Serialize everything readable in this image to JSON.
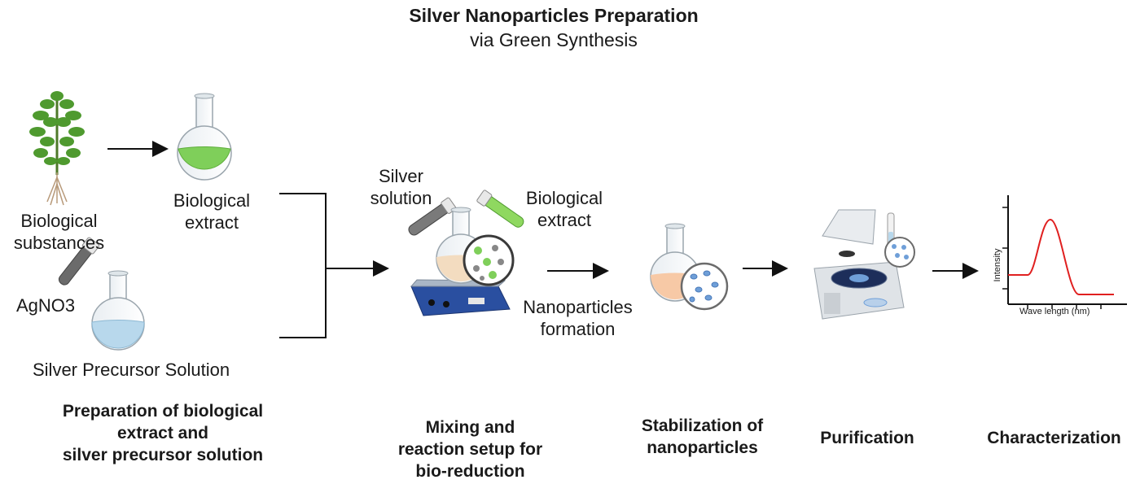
{
  "header": {
    "title": "Silver Nanoparticles Preparation",
    "subtitle": "via Green Synthesis"
  },
  "labels": {
    "bio_substances_1": "Biological",
    "bio_substances_2": "substances",
    "bio_extract_1": "Biological",
    "bio_extract_2": "extract",
    "agno3": "AgNO3",
    "silver_precursor": "Silver Precursor Solution",
    "silver_solution_1": "Silver",
    "silver_solution_2": "solution",
    "bio_extract2_1": "Biological",
    "bio_extract2_2": "extract",
    "nano_formation_1": "Nanoparticles",
    "nano_formation_2": "formation"
  },
  "stages": {
    "prep_1": "Preparation of biological",
    "prep_2": "extract and",
    "prep_3": "silver precursor solution",
    "mix_1": "Mixing and",
    "mix_2": "reaction setup for",
    "mix_3": "bio-reduction",
    "stab_1": "Stabilization of",
    "stab_2": "nanoparticles",
    "purification": "Purification",
    "characterization": "Characterization"
  },
  "spectrum": {
    "ylabel": "Intensity",
    "xlabel": "Wave length (nm)"
  },
  "colors": {
    "green_extract": "#7fcf5a",
    "silver_solution": "#b8d8ec",
    "orange_solution": "#f7c9a6",
    "spectrum_line": "#e02020",
    "particle_blue": "#6f9fd8",
    "stirrer_blue": "#2a4fa0"
  },
  "icons": [
    "plant-icon",
    "flask-icon",
    "test-tube-icon",
    "hotplate-stirrer-icon",
    "centrifuge-icon",
    "magnifier-icon"
  ]
}
